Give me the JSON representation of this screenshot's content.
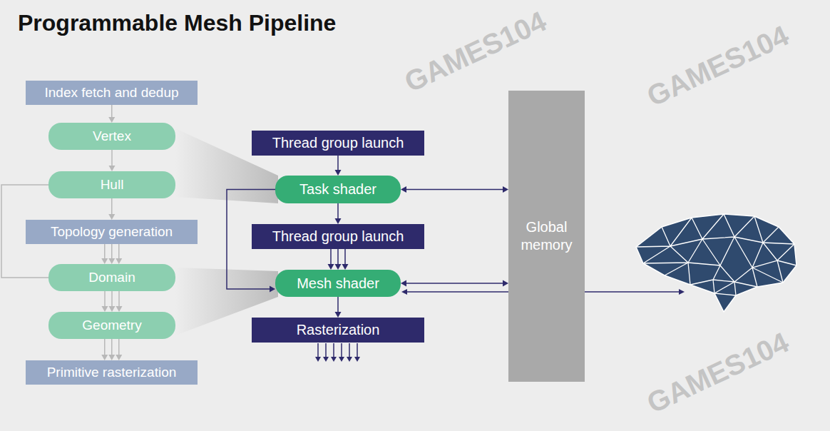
{
  "diagram": {
    "title": "Programmable Mesh Pipeline",
    "nodes": [
      {
        "text": [
          "Index fetch and dedup"
        ]
      },
      {
        "text": [
          "Vertex"
        ]
      },
      {
        "text": [
          "Hull"
        ]
      },
      {
        "text": [
          "Topology generation"
        ]
      },
      {
        "text": [
          "Domain"
        ]
      },
      {
        "text": [
          "Geometry"
        ]
      },
      {
        "text": [
          "Primitive rasterization"
        ]
      },
      {
        "text": [
          "Thread group launch"
        ]
      },
      {
        "text": [
          "Task shader"
        ]
      },
      {
        "text": [
          "Thread group launch"
        ]
      },
      {
        "text": [
          "Mesh shader"
        ]
      },
      {
        "text": [
          "Rasterization"
        ]
      },
      {
        "text": [
          "Global memory"
        ]
      }
    ],
    "edges": [
      {
        "from": 0,
        "to": 1,
        "arrow": "to"
      },
      {
        "from": 1,
        "to": 2,
        "arrow": "to"
      },
      {
        "from": 2,
        "to": 3,
        "arrow": "to"
      },
      {
        "from": 3,
        "to": 4,
        "arrow": "to"
      },
      {
        "from": 4,
        "to": 5,
        "arrow": "to"
      },
      {
        "from": 5,
        "to": 6,
        "arrow": "to"
      },
      {
        "from": 2,
        "to": 4,
        "arrow": "none"
      },
      {
        "from": 7,
        "to": 8,
        "arrow": "to"
      },
      {
        "from": 8,
        "to": 9,
        "arrow": "to"
      },
      {
        "from": 9,
        "to": 10,
        "arrow": "to"
      },
      {
        "from": 10,
        "to": 11,
        "arrow": "to"
      },
      {
        "from": 8,
        "to": 10,
        "arrow": "to"
      },
      {
        "from": 8,
        "to": 12,
        "arrow": "both"
      },
      {
        "from": 10,
        "to": 12,
        "arrow": "both"
      }
    ],
    "labels": [
      "GAMES104",
      "GAMES104",
      "GAMES104"
    ]
  }
}
